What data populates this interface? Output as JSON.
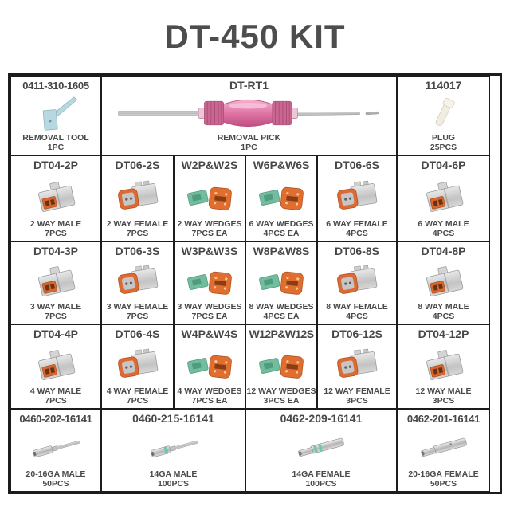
{
  "title": "DT-450 KIT",
  "colors": {
    "background": "#ffffff",
    "grid_border": "#1c1c1c",
    "text": "#4a4a4a",
    "connector_gray": "#c9c9c9",
    "accent_orange": "#dd6a33",
    "wedge_green": "#72bd9e",
    "pick_pink": "#e27aa8",
    "tool_blue": "#b7d7e1",
    "plug_ivory": "#f1ede3",
    "terminal_silver": "#c6c6c6"
  },
  "grid": {
    "rows": [
      {
        "cells": [
          {
            "part": "0411-310-1605",
            "desc": "REMOVAL TOOL",
            "qty": "1PC",
            "icon": "removal-tool-icon"
          },
          {
            "part": "DT-RT1",
            "desc": "REMOVAL PICK",
            "qty": "1PC",
            "icon": "removal-pick-icon"
          },
          {
            "part": "114017",
            "desc": "PLUG",
            "qty": "25PCS",
            "icon": "plug-icon"
          }
        ]
      },
      {
        "cells": [
          {
            "part": "DT04-2P",
            "desc": "2 WAY MALE",
            "qty": "7PCS",
            "icon": "male-connector-icon"
          },
          {
            "part": "DT06-2S",
            "desc": "2 WAY FEMALE",
            "qty": "7PCS",
            "icon": "female-connector-icon"
          },
          {
            "part": "W2P&W2S",
            "desc": "2 WAY WEDGES",
            "qty": "7PCS EA",
            "icon": "wedge-pair-icon"
          },
          {
            "part": "W6P&W6S",
            "desc": "6 WAY WEDGES",
            "qty": "4PCS EA",
            "icon": "wedge-pair-icon"
          },
          {
            "part": "DT06-6S",
            "desc": "6 WAY FEMALE",
            "qty": "4PCS",
            "icon": "female-connector-icon"
          },
          {
            "part": "DT04-6P",
            "desc": "6 WAY MALE",
            "qty": "4PCS",
            "icon": "male-connector-icon"
          }
        ]
      },
      {
        "cells": [
          {
            "part": "DT04-3P",
            "desc": "3 WAY MALE",
            "qty": "7PCS",
            "icon": "male-connector-icon"
          },
          {
            "part": "DT06-3S",
            "desc": "3 WAY FEMALE",
            "qty": "7PCS",
            "icon": "female-connector-icon"
          },
          {
            "part": "W3P&W3S",
            "desc": "3 WAY WEDGES",
            "qty": "7PCS EA",
            "icon": "wedge-pair-icon"
          },
          {
            "part": "W8P&W8S",
            "desc": "8 WAY WEDGES",
            "qty": "4PCS EA",
            "icon": "wedge-pair-icon"
          },
          {
            "part": "DT06-8S",
            "desc": "8 WAY FEMALE",
            "qty": "4PCS",
            "icon": "female-connector-icon"
          },
          {
            "part": "DT04-8P",
            "desc": "8 WAY MALE",
            "qty": "4PCS",
            "icon": "male-connector-icon"
          }
        ]
      },
      {
        "cells": [
          {
            "part": "DT04-4P",
            "desc": "4 WAY MALE",
            "qty": "7PCS",
            "icon": "male-connector-icon"
          },
          {
            "part": "DT06-4S",
            "desc": "4 WAY FEMALE",
            "qty": "7PCS",
            "icon": "female-connector-icon"
          },
          {
            "part": "W4P&W4S",
            "desc": "4 WAY WEDGES",
            "qty": "7PCS EA",
            "icon": "wedge-pair-icon"
          },
          {
            "part": "W12P&W12S",
            "desc": "12 WAY WEDGES",
            "qty": "3PCS EA",
            "icon": "wedge-pair-icon"
          },
          {
            "part": "DT06-12S",
            "desc": "12 WAY FEMALE",
            "qty": "3PCS",
            "icon": "female-connector-icon"
          },
          {
            "part": "DT04-12P",
            "desc": "12 WAY MALE",
            "qty": "3PCS",
            "icon": "male-connector-icon"
          }
        ]
      },
      {
        "cells": [
          {
            "part": "0460-202-16141",
            "desc": "20-16GA MALE",
            "qty": "50PCS",
            "icon": "terminal-male-icon"
          },
          {
            "part": "0460-215-16141",
            "desc": "14GA MALE",
            "qty": "100PCS",
            "icon": "terminal-male-band-icon"
          },
          {
            "part": "0462-209-16141",
            "desc": "14GA FEMALE",
            "qty": "100PCS",
            "icon": "terminal-female-band-icon"
          },
          {
            "part": "0462-201-16141",
            "desc": "20-16GA FEMALE",
            "qty": "50PCS",
            "icon": "terminal-female-icon"
          }
        ]
      }
    ]
  }
}
